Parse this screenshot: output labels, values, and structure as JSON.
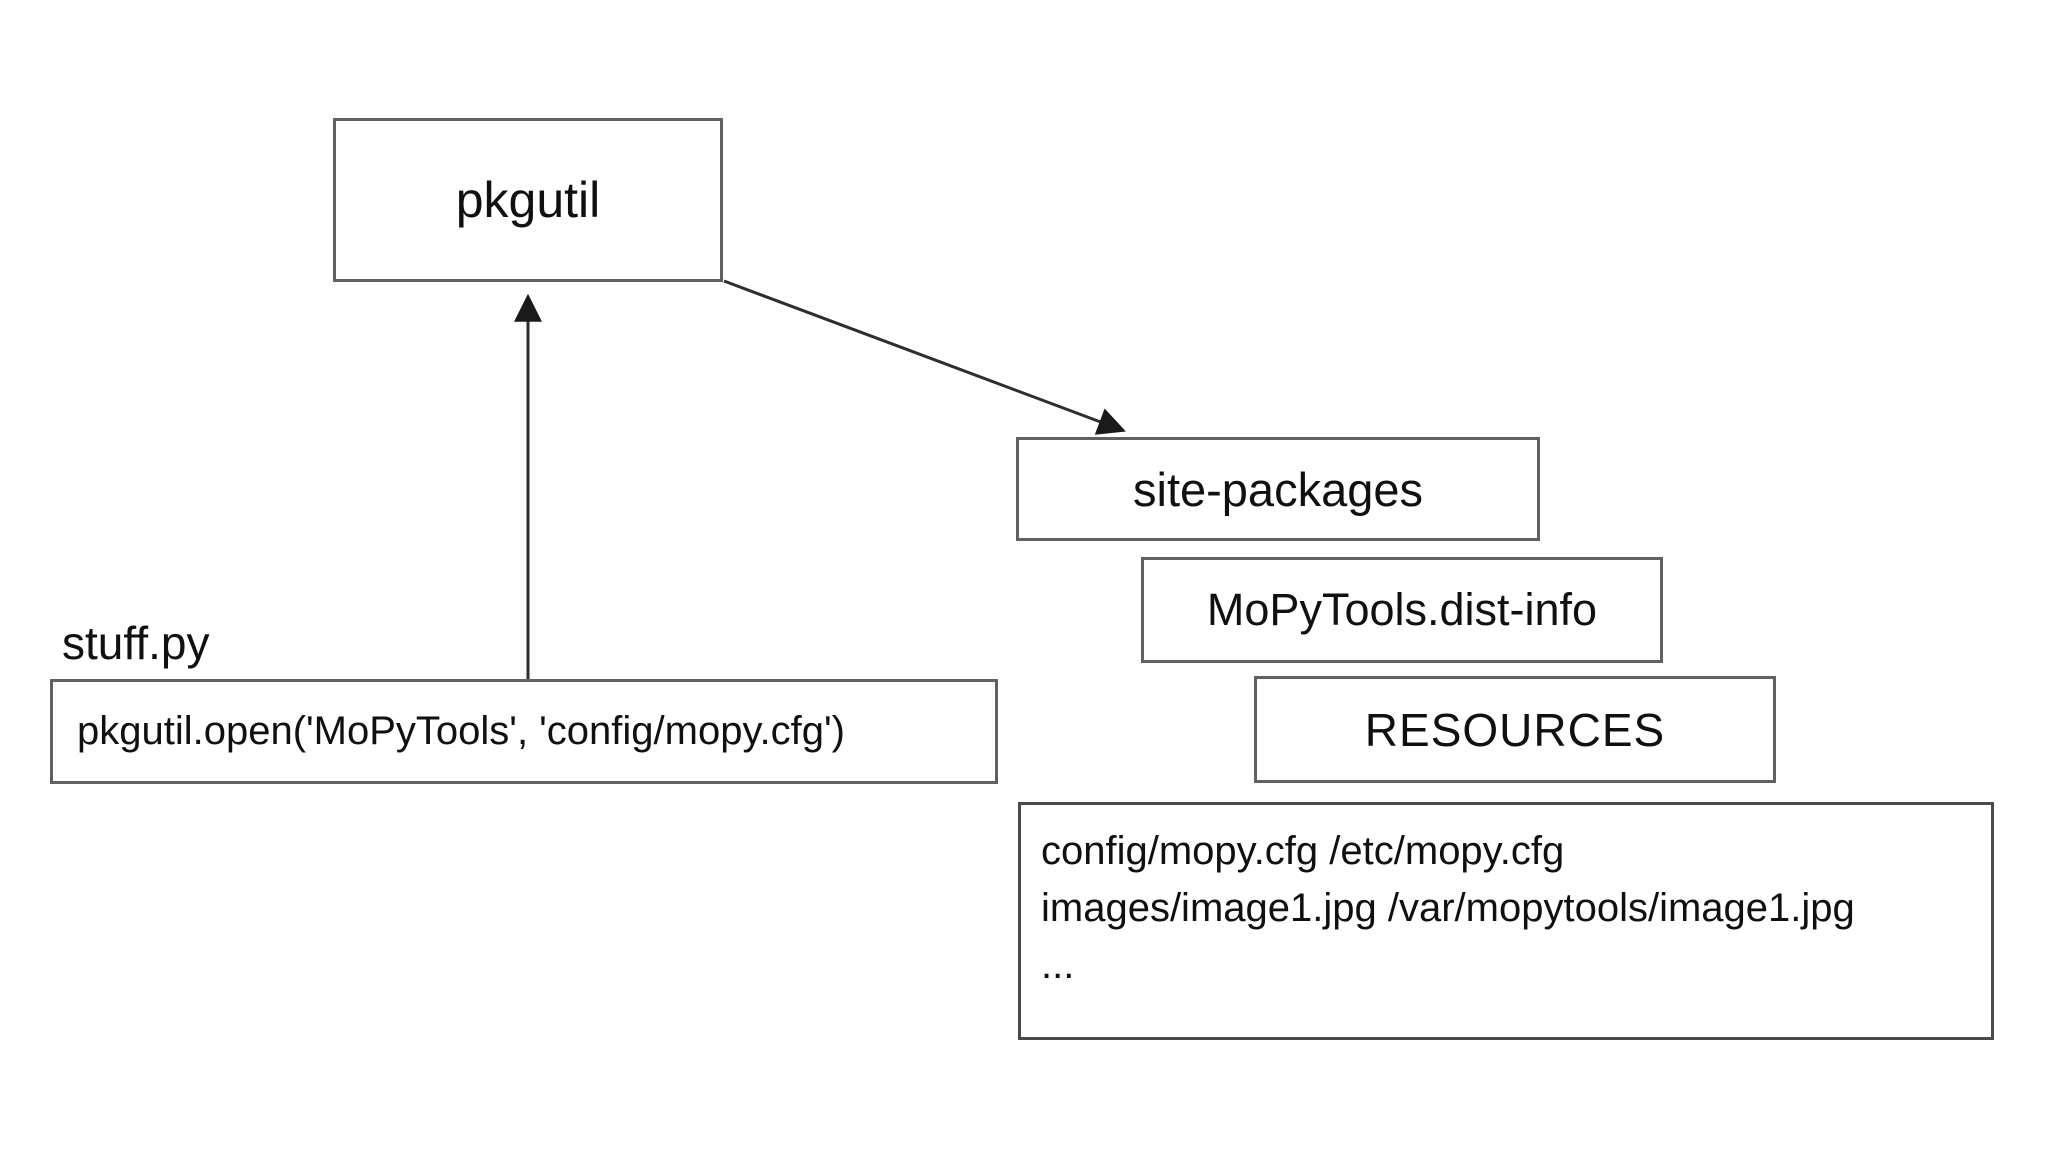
{
  "diagram": {
    "nodes": {
      "pkgutil": {
        "label": "pkgutil"
      },
      "site_packages": {
        "label": "site-packages"
      },
      "dist_info": {
        "label": "MoPyTools.dist-info"
      },
      "resources": {
        "label": "RESOURCES"
      },
      "resource_map": {
        "lines": [
          "config/mopy.cfg /etc/mopy.cfg",
          "images/image1.jpg /var/mopytools/image1.jpg",
          "..."
        ]
      },
      "stuff_py": {
        "label": "stuff.py"
      },
      "call": {
        "label": "pkgutil.open('MoPyTools', 'config/mopy.cfg')"
      }
    },
    "colors": {
      "background": "#ffffff",
      "box_border": "#616161",
      "text": "#101010",
      "arrow": "#2e2e2e"
    }
  }
}
